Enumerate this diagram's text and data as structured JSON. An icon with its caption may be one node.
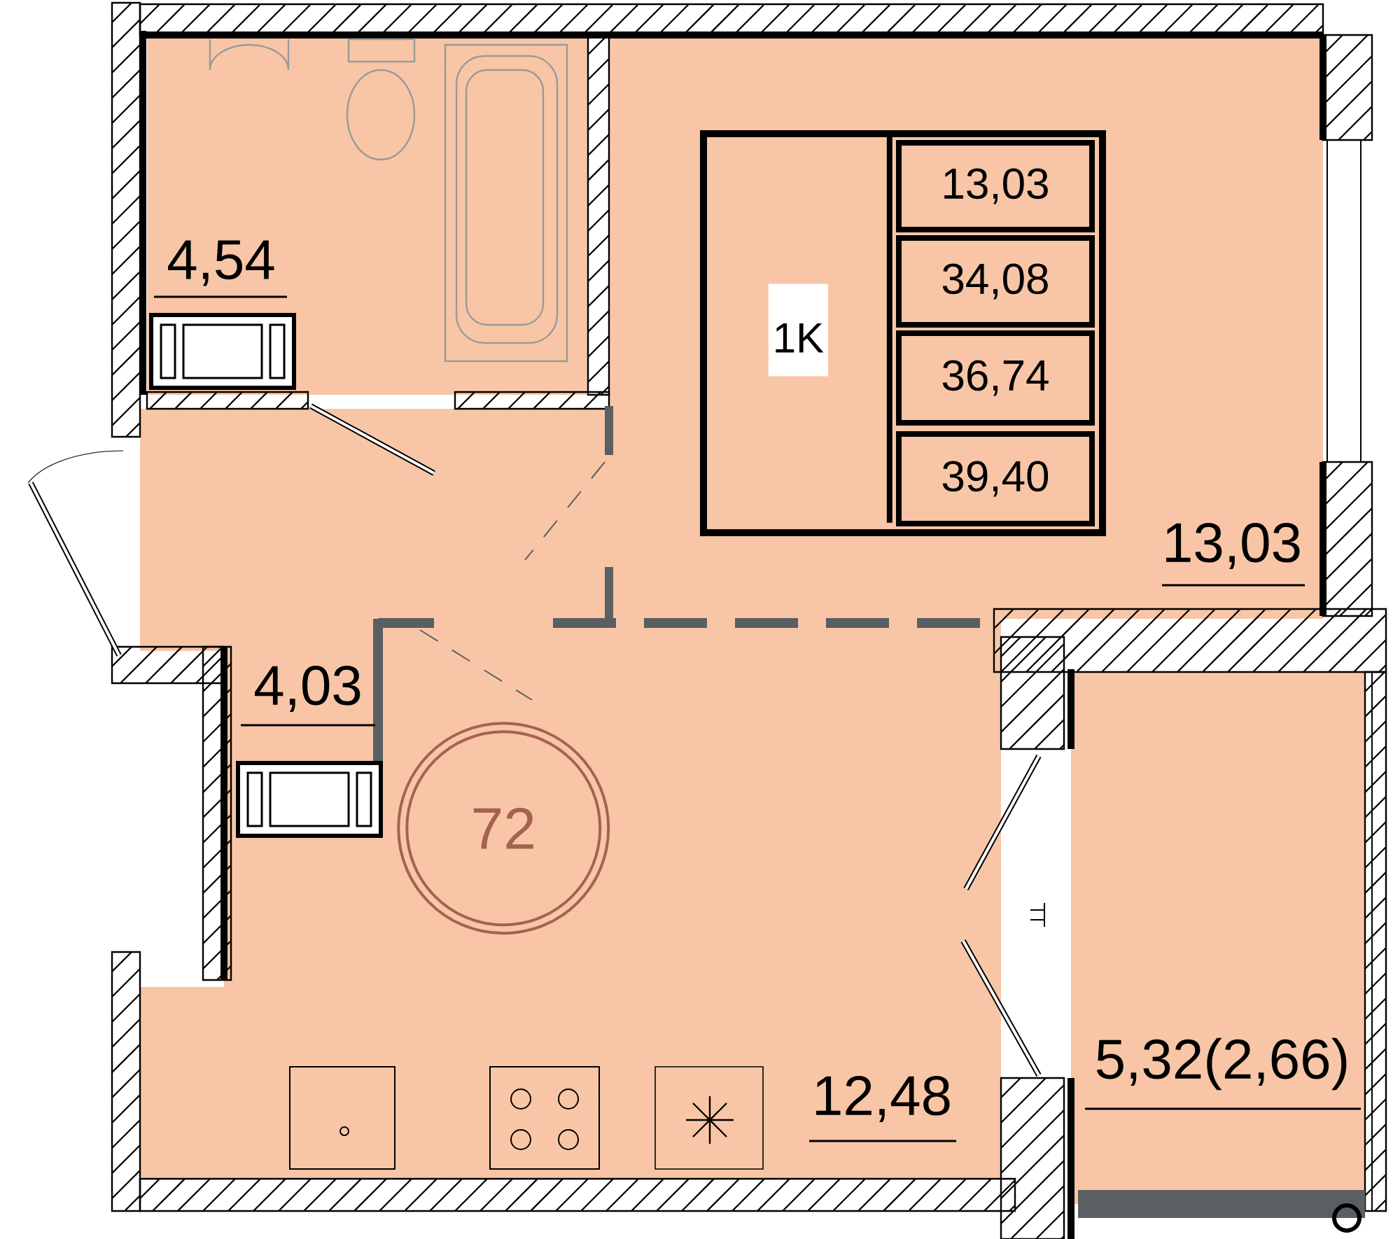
{
  "diagram": {
    "nodes": [
      {
        "text": [],
        "shape": "box"
      },
      {
        "text": [
          "1K"
        ],
        "in": 0
      },
      {
        "text": [
          "13,03"
        ],
        "in": 0
      },
      {
        "text": [
          "34,08"
        ],
        "in": 0
      },
      {
        "text": [
          "36,74"
        ],
        "in": 0
      },
      {
        "text": [
          "39,40"
        ],
        "in": 0
      },
      {
        "text": [
          "72"
        ]
      }
    ],
    "edges": [],
    "labels": [
      "4,54",
      "13,03",
      "4,03",
      "12,48",
      "5,32(2,66)"
    ]
  }
}
